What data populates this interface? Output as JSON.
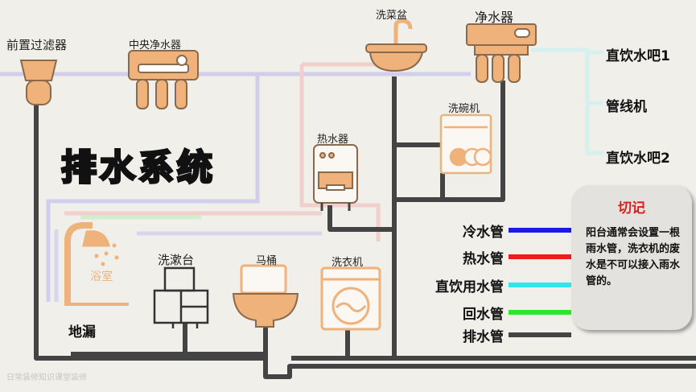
{
  "title": "排水系统",
  "labels": {
    "prefilter": "前置过滤器",
    "central_purifier": "中央净水器",
    "sink": "洗菜盆",
    "purifier": "净水器",
    "dishwasher": "洗碗机",
    "water_heater": "热水器",
    "bathroom": "浴室",
    "washbasin": "洗漱台",
    "toilet": "马桶",
    "washer": "洗衣机",
    "floor_drain": "地漏",
    "bar1": "直饮水吧1",
    "pipe_machine": "管线机",
    "bar2": "直饮水吧2"
  },
  "legend": [
    {
      "label": "冷水管",
      "color": "#1a1ae6"
    },
    {
      "label": "热水管",
      "color": "#f01a1a"
    },
    {
      "label": "直饮用水管",
      "color": "#2ee6ee"
    },
    {
      "label": "回水管",
      "color": "#2ee62e"
    },
    {
      "label": "排水管",
      "color": "#444444"
    }
  ],
  "note": {
    "heading": "切记",
    "text": "阳台通常会设置一根雨水管，洗衣机的废水是不可以接入雨水管的。"
  },
  "watermark": "日常装修知识课堂装修",
  "colors": {
    "fixture": "#eeb27a",
    "fixture_stroke": "#8a6a4e",
    "drain": "#444444"
  }
}
